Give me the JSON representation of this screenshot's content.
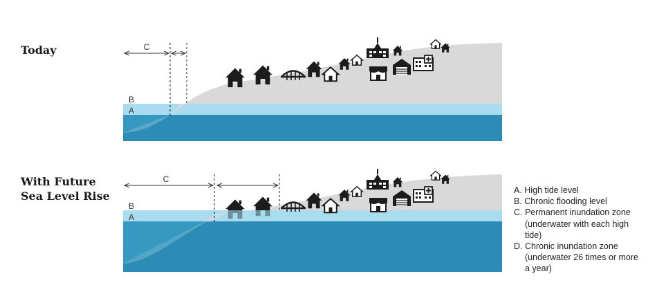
{
  "panels": [
    {
      "title": "Today",
      "labels": {
        "a": "A",
        "b": "B",
        "c": "C"
      }
    },
    {
      "title": "With Future Sea Level Rise",
      "labels": {
        "a": "A",
        "b": "B",
        "c": "C"
      }
    }
  ],
  "legend": [
    "A. High tide level",
    "B. Chronic flooding level",
    "C. Permanent inundation zone (underwater with each high tide)",
    "D. Chronic inundation zone (underwater 26 times or more a year)"
  ],
  "colors": {
    "land": "#d9d9d9",
    "deep_water": "#2d8cb5",
    "shallow_water": "#a9dcef",
    "slope_water": "#3a9bc2",
    "icons": "#1c1c1c"
  },
  "icons": [
    "house-icon",
    "bridge-icon",
    "school-icon",
    "store-icon",
    "garage-icon",
    "hospital-icon"
  ]
}
